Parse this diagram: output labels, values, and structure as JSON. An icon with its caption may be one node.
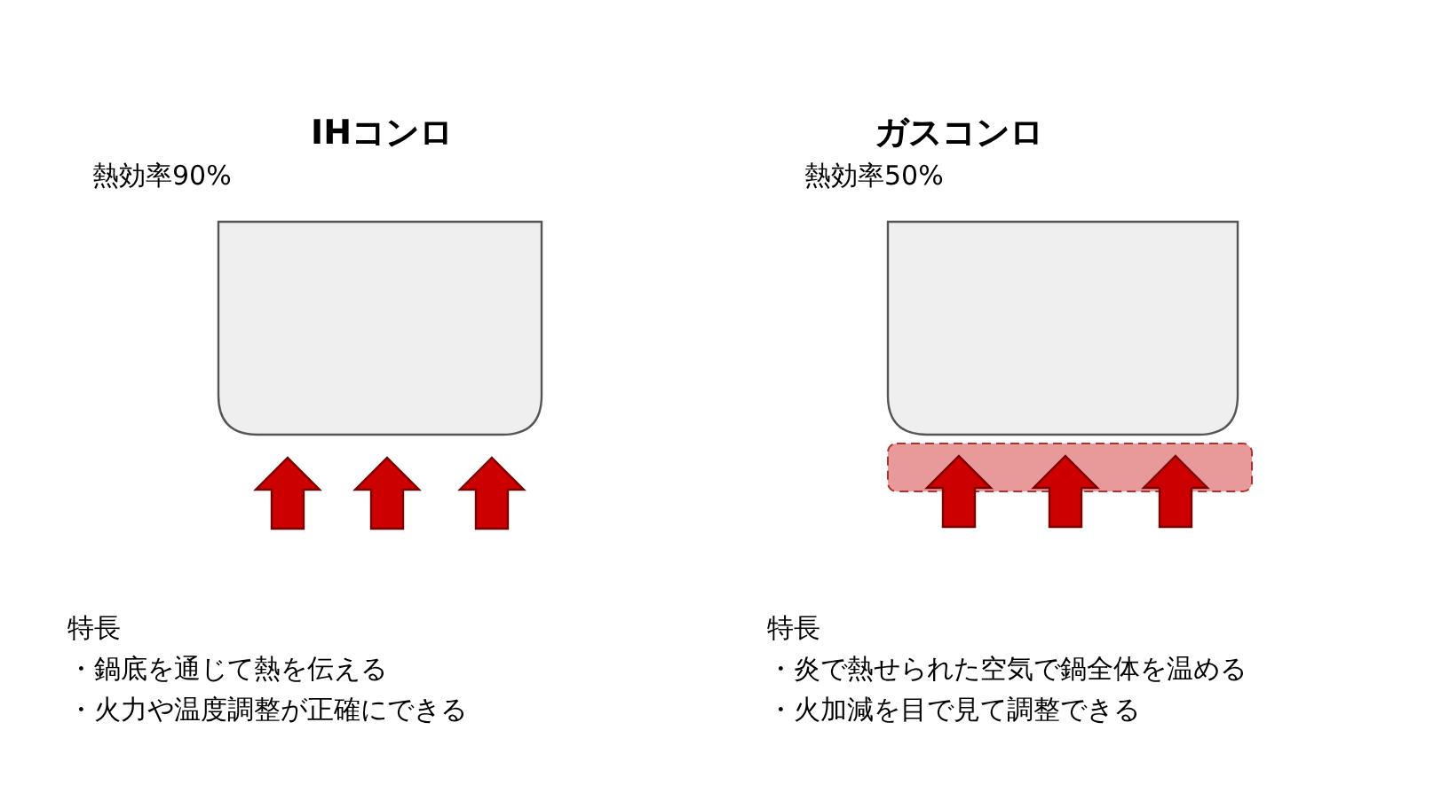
{
  "diagram": {
    "labels": [
      "IHコンロ",
      "ガスコンロ",
      "熱効率90%",
      "熱効率50%",
      "特長",
      "特長",
      "・鍋底を通じて熱を伝える",
      "・炎で熱せられた空気で鍋全体を温める",
      "・火力や温度調整が正確にできる",
      "・火加減を目で見て調整できる"
    ]
  }
}
